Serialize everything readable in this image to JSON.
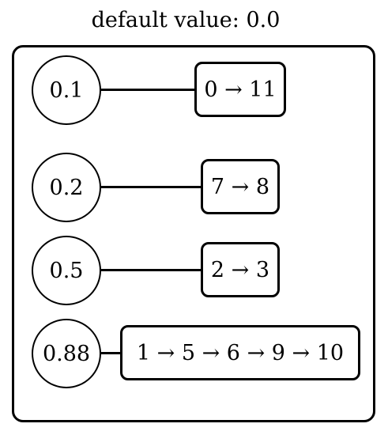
{
  "title": "default value: 0.0",
  "rows": [
    {
      "value": "0.1",
      "chain": "0 → 11"
    },
    {
      "value": "0.2",
      "chain": "7 → 8"
    },
    {
      "value": "0.5",
      "chain": "2 → 3"
    },
    {
      "value": "0.88",
      "chain": "1 → 5 → 6 → 9 → 10"
    }
  ]
}
